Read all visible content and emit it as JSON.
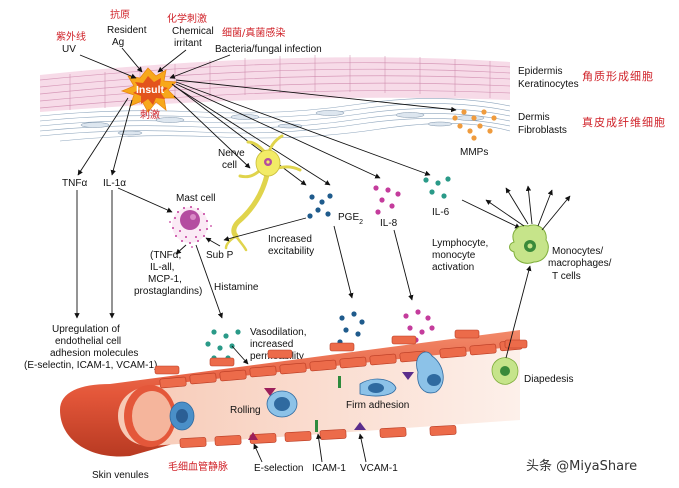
{
  "labels": {
    "uv_cn": "紫外线",
    "uv": "UV",
    "antigen_cn": "抗原",
    "resident": "Resident",
    "ag": "Ag",
    "chem_cn": "化学刺激",
    "chemical": "Chemical",
    "irritant": "irritant",
    "bact_cn": "细菌/真菌感染",
    "bacteria": "Bacteria/fungal infection",
    "insult": "Insult",
    "insult_cn": "刺激",
    "epidermis": "Epidermis",
    "keratinocytes": "Keratinocytes",
    "kera_cn": "角质形成细胞",
    "dermis": "Dermis",
    "fibroblasts": "Fibroblasts",
    "fibro_cn": "真皮成纤维细胞",
    "mmps": "MMPs",
    "nerve1": "Nerve",
    "nerve2": "cell",
    "tnfa": "TNFα",
    "il1a": "IL-1α",
    "mast": "Mast cell",
    "pge_main": "PGE",
    "pge_sub": "2",
    "il8": "IL-8",
    "il6": "IL-6",
    "inc1": "Increased",
    "inc2": "excitability",
    "subp": "Sub P",
    "med1": "(TNFα,",
    "med2": "IL-all,",
    "med3": "MCP-1,",
    "med4": "prostaglandins)",
    "histamine": "Histamine",
    "lymph1": "Lymphocyte,",
    "lymph2": "monocyte",
    "lymph3": "activation",
    "mono1": "Monocytes/",
    "mono2": "macrophages/",
    "mono3": "T cells",
    "up1": "Upregulation of",
    "up2": "endothelial cell",
    "up3": "adhesion molecules",
    "up4": "(E-selectin, ICAM-1, VCAM-1)",
    "vaso1": "Vasodilation,",
    "vaso2": "increased",
    "vaso3": "permeability",
    "rolling": "Rolling",
    "firm": "Firm adhesion",
    "diapedesis": "Diapedesis",
    "skin_venules": "Skin venules",
    "venule_cn": "毛细血管静脉",
    "esel": "E-selection",
    "icam": "ICAM-1",
    "vcam": "VCAM-1",
    "watermark": "头条 @MiyaShare"
  },
  "colors": {
    "insult_star": "#f7a81b",
    "insult_core": "#e3541c",
    "epidermis": "#f4cce0",
    "dermis_lines": "#9fb3c7",
    "vessel": "#ec6b4a",
    "vessel_light": "#f6c3b0",
    "leukocyte": "#4a8fc8",
    "nerve": "#f2eb66",
    "mast": "#b44ca0",
    "mono": "#a6d45a",
    "dots_teal": "#2a9a88",
    "dots_blue": "#1f5b8c",
    "dots_magenta": "#c43c9c",
    "dots_orange": "#ef9b3d",
    "cn_red": "#d0232a"
  }
}
